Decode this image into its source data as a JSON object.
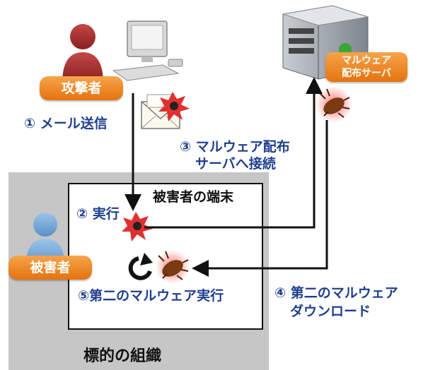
{
  "diagram": {
    "attacker_label": "攻撃者",
    "victim_label": "被害者",
    "server_label_line1": "マルウェア",
    "server_label_line2": "配布サーバ",
    "terminal_title": "被害者の端末",
    "org_label": "標的の組織",
    "step1": "① メール送信",
    "step2": "② 実行",
    "step3_line1": "③ マルウェア配布",
    "step3_line2": "サーバへ接続",
    "step4_line1": "④ 第二のマルウェア",
    "step4_line2": "ダウンロード",
    "step5": "⑤第二のマルウェア実行"
  }
}
